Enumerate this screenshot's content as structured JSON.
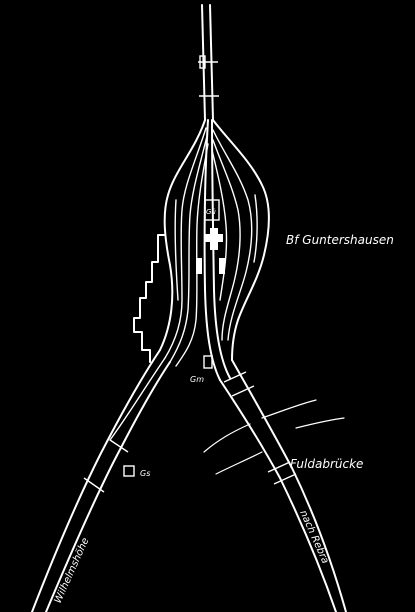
{
  "labels": {
    "station": "Bf Guntershausen",
    "river_bridge": "Fuldabrücke",
    "to_rebra": "nach Rebra",
    "to_wilhelmshoehe": "Wilhelmshöhe"
  },
  "building_marks": {
    "goods_shed": "Gü",
    "signal_box_gm": "Gm",
    "signal_box_gs": "Gs"
  },
  "colors": {
    "background": "#000000",
    "lines": "#ffffff"
  }
}
